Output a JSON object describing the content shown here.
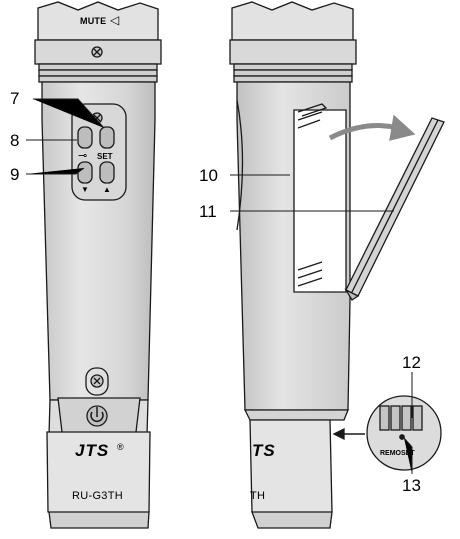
{
  "device_front": {
    "mute_label": "MUTE",
    "set_label": "SET",
    "key_symbol": "⊸",
    "down_symbol": "▼",
    "up_symbol": "▲",
    "brand": "JTS",
    "brand_mark": "®",
    "model": "RU-G3TH"
  },
  "device_side": {
    "brand_partial": "TS",
    "model_partial": "TH"
  },
  "inset": {
    "label": "REMOSET"
  },
  "callouts": [
    "7",
    "8",
    "9",
    "10",
    "11",
    "12",
    "13"
  ],
  "colors": {
    "body": "#dcdcdc",
    "body_shade": "#c4c4c4",
    "outline": "#1a1a1a",
    "arrow": "#8a8a8a"
  }
}
